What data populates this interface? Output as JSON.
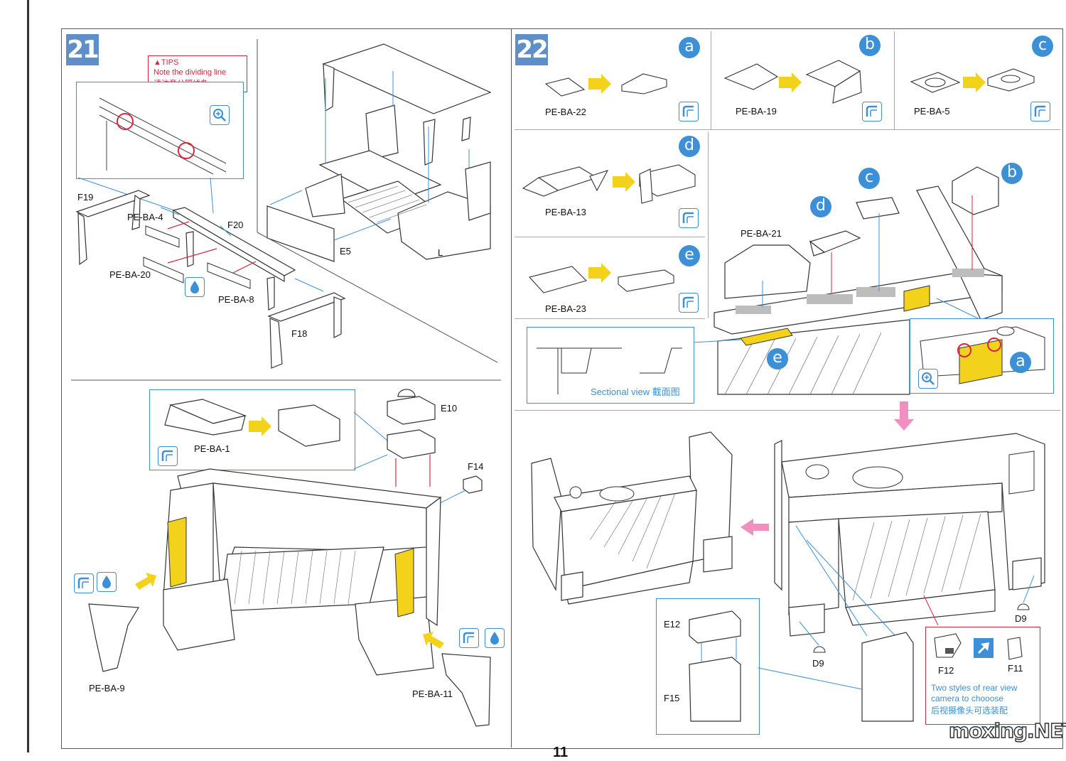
{
  "steps": {
    "s21": "21",
    "s22": "22"
  },
  "tips": {
    "title": "▲TIPS",
    "line1": "Note the dividing line",
    "line2": "请注意分隔线条"
  },
  "labels21": {
    "f19": "F19",
    "pe4": "PE-BA-4",
    "f20": "F20",
    "pe20": "PE-BA-20",
    "pe8": "PE-BA-8",
    "f18": "F18",
    "e5": "E5",
    "l": "L",
    "pe1": "PE-BA-1",
    "e10": "E10",
    "f14": "F14",
    "pe9": "PE-BA-9",
    "pe11": "PE-BA-11"
  },
  "labels22": {
    "a": "a",
    "b": "b",
    "c": "c",
    "d": "d",
    "e": "e",
    "pe22": "PE-BA-22",
    "pe19": "PE-BA-19",
    "pe5": "PE-BA-5",
    "pe13": "PE-BA-13",
    "pe23": "PE-BA-23",
    "pe21": "PE-BA-21",
    "sectional": "Sectional view 截面图",
    "e12": "E12",
    "f15": "F15",
    "d9a": "D9",
    "d9b": "D9",
    "f12": "F12",
    "f11": "F11",
    "cam1": "Two styles of rear view",
    "cam2": "camera to chooose",
    "cam3": "后视摄像头可选装配"
  },
  "footer": {
    "watermark": "moxing.NET",
    "page": "11"
  },
  "colors": {
    "accent_blue": "#3d8fd6",
    "step_blue": "#5f8fc9",
    "highlight_yellow": "#f3d21c",
    "tip_red": "#d7263d",
    "arrow_pink": "#f08fc0"
  }
}
